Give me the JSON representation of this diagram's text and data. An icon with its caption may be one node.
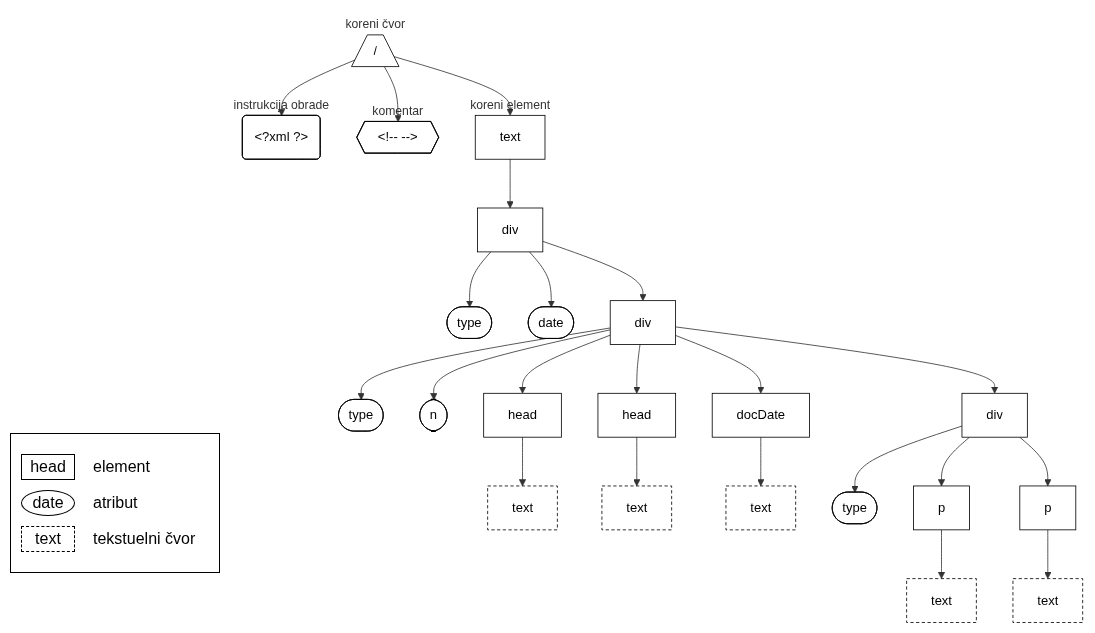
{
  "diagram": {
    "nodes": [
      {
        "text": [
          "/"
        ],
        "beside": [
          "koreni čvor"
        ]
      },
      {
        "text": [
          "<?xml ?>"
        ],
        "beside": [
          "instrukcija obrade"
        ]
      },
      {
        "text": [
          "<!-- -->"
        ],
        "beside": [
          "komentar"
        ]
      },
      {
        "text": [
          "text"
        ],
        "beside": [
          "koreni element"
        ]
      },
      {
        "text": [
          "div"
        ]
      },
      {
        "text": [
          "type"
        ]
      },
      {
        "text": [
          "date"
        ]
      },
      {
        "text": [
          "div"
        ]
      },
      {
        "text": [
          "type"
        ]
      },
      {
        "text": [
          "n"
        ]
      },
      {
        "text": [
          "head"
        ]
      },
      {
        "text": [
          "head"
        ]
      },
      {
        "text": [
          "docDate"
        ]
      },
      {
        "text": [
          "div"
        ]
      },
      {
        "text": [
          "type"
        ]
      },
      {
        "text": [
          "text"
        ]
      },
      {
        "text": [
          "text"
        ]
      },
      {
        "text": [
          "text"
        ]
      },
      {
        "text": [
          "p"
        ]
      },
      {
        "text": [
          "p"
        ]
      },
      {
        "text": [
          "text"
        ]
      },
      {
        "text": [
          "text"
        ]
      }
    ],
    "edges": [
      {
        "from": 0,
        "to": 1,
        "arrow": "to"
      },
      {
        "from": 0,
        "to": 2,
        "arrow": "to"
      },
      {
        "from": 0,
        "to": 3,
        "arrow": "to"
      },
      {
        "from": 3,
        "to": 4,
        "arrow": "to"
      },
      {
        "from": 4,
        "to": 5,
        "arrow": "to"
      },
      {
        "from": 4,
        "to": 6,
        "arrow": "to"
      },
      {
        "from": 4,
        "to": 7,
        "arrow": "to"
      },
      {
        "from": 7,
        "to": 8,
        "arrow": "to"
      },
      {
        "from": 7,
        "to": 9,
        "arrow": "to"
      },
      {
        "from": 7,
        "to": 10,
        "arrow": "to"
      },
      {
        "from": 7,
        "to": 11,
        "arrow": "to"
      },
      {
        "from": 7,
        "to": 12,
        "arrow": "to"
      },
      {
        "from": 7,
        "to": 13,
        "arrow": "to"
      },
      {
        "from": 13,
        "to": 14,
        "arrow": "to"
      },
      {
        "from": 10,
        "to": 15,
        "arrow": "to"
      },
      {
        "from": 11,
        "to": 16,
        "arrow": "to"
      },
      {
        "from": 12,
        "to": 17,
        "arrow": "to"
      },
      {
        "from": 13,
        "to": 18,
        "arrow": "to"
      },
      {
        "from": 13,
        "to": 19,
        "arrow": "to"
      },
      {
        "from": 18,
        "to": 20,
        "arrow": "to"
      },
      {
        "from": 19,
        "to": 21,
        "arrow": "to"
      }
    ],
    "labels": [
      "head",
      "date",
      "text"
    ],
    "legend": [
      {
        "text": "element"
      },
      {
        "text": "atribut"
      },
      {
        "text": "tekstuelni čvor"
      }
    ]
  }
}
